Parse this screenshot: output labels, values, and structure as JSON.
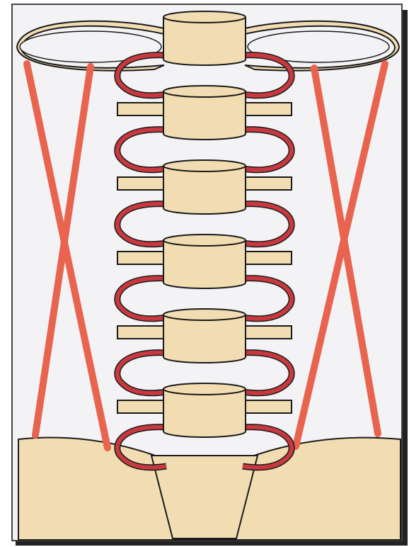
{
  "diagram": {
    "colors": {
      "background": "#f3f3f6",
      "bone": "#f2ddb2",
      "outline": "#1a1a1a",
      "muscle": "#e8644f",
      "ligament": "#c8393f",
      "frame_shadow": "#222222"
    },
    "vertebra_count": 6,
    "shapes": {
      "vertebra": "cylinder",
      "transverse_process": "bar",
      "ligament": "loop",
      "muscle": "crossed-strap",
      "base": "pelvis-mound"
    }
  }
}
